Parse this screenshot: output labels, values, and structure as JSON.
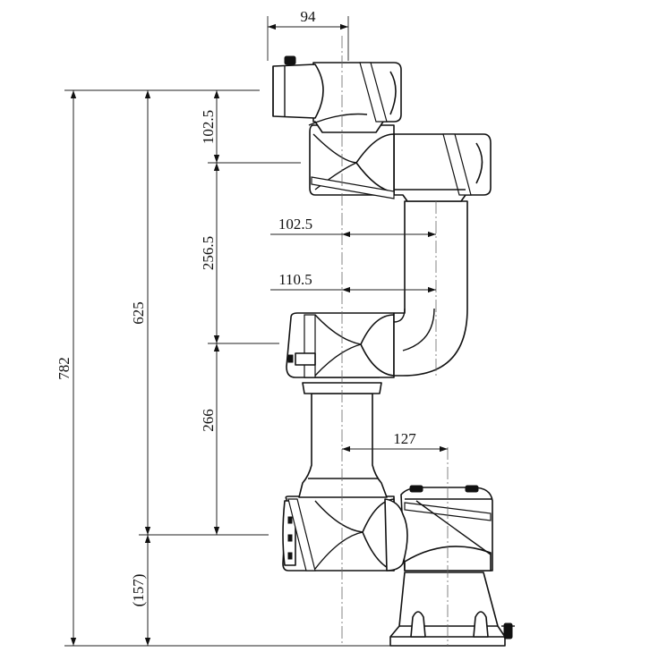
{
  "dimensions": {
    "top_width": "94",
    "total_height": "782",
    "main_height": "625",
    "wrist_height": "102.5",
    "forearm_length": "256.5",
    "upper_arm_length": "266",
    "base_height": "(157)",
    "offset_wrist": "102.5",
    "offset_forearm": "110.5",
    "offset_shoulder": "127"
  }
}
